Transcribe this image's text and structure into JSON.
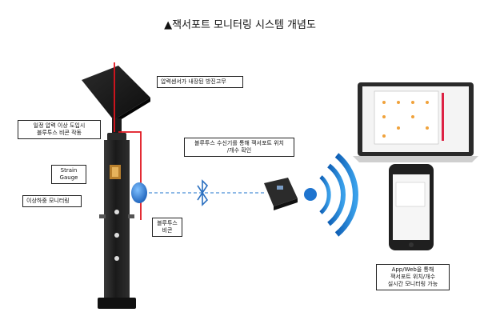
{
  "title": "▲잭서포트 모니터링 시스템 개념도",
  "labels": {
    "pressure_sensor": "압력센서가 내장된 방진고무",
    "threshold_line1": "일정 압력 이상 도입시",
    "threshold_line2": "블루투스 비콘 작동",
    "strain_line1": "Strain",
    "strain_line2": "Gauge",
    "abnormal_load": "이상하중 모니터링",
    "beacon_line1": "블루투스",
    "beacon_line2": "비콘",
    "receiver_line1": "블루투스 수신기를 통해 잭서포트 위치",
    "receiver_line2": "/개수 확인",
    "app_line1": "App/Web을 통해",
    "app_line2": "잭서포트 위치/개수",
    "app_line3": "실시간 모니터링 가능"
  },
  "colors": {
    "sensor_wire": "#e0141e",
    "beacon": "#2a7fd8",
    "signal": "#1a72c9",
    "link_dash": "#4a8fd6"
  },
  "icons": [
    "bluetooth-icon",
    "wifi-signal-icon"
  ]
}
